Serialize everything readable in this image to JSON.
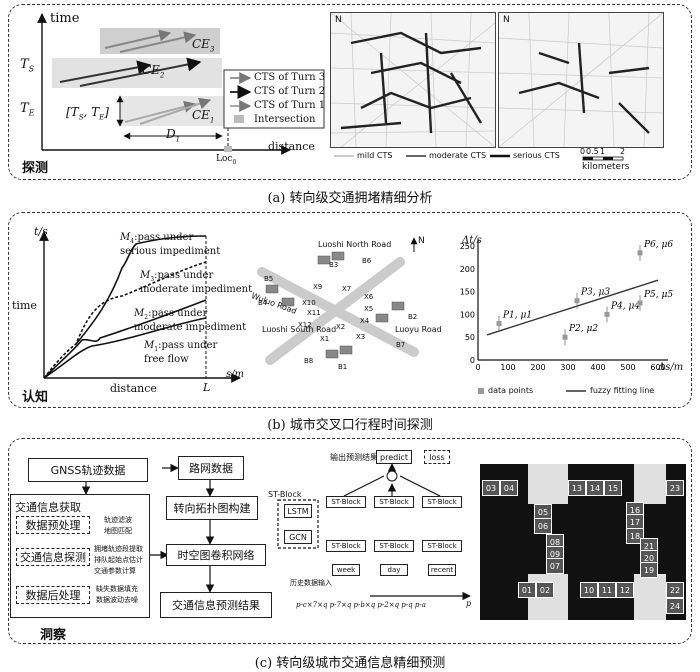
{
  "panel_a": {
    "label": "探测",
    "caption": "(a) 转向级交通拥堵精细分析",
    "time_label": "time",
    "ts": "T",
    "ts_sub": "S",
    "te": "T",
    "te_sub": "E",
    "interval": "[T",
    "interval_s": "S",
    "interval_mid": ", T",
    "interval_e": "E",
    "interval_end": "]",
    "ce3": "CE",
    "ce3_sub": "3",
    "ce2": "CE",
    "ce2_sub": "2",
    "ce1": "CE",
    "ce1_sub": "1",
    "d1": "D",
    "d1_sub": "1",
    "loc": "Loc",
    "loc_sub": "0",
    "distance": "distance",
    "legend": [
      "CTS of Turn 3",
      "CTS of Turn 2",
      "CTS of Turn 1",
      "Intersection"
    ],
    "map_legend": [
      "mild CTS",
      "moderate CTS",
      "serious CTS"
    ],
    "scale_ticks": [
      "0",
      "0.5",
      "1",
      "2"
    ],
    "scale_unit": "kilometers",
    "north": "N"
  },
  "panel_b": {
    "label": "认知",
    "caption": "(b) 城市交叉口行程时间探测",
    "ts_label": "t/s",
    "s_label": "s/m",
    "time": "time",
    "distance": "distance",
    "L": "L",
    "m4": [
      "M",
      "4",
      ":pass under",
      "serious impediment"
    ],
    "m3": [
      "M",
      "3",
      ":pass under",
      "moderate impediment"
    ],
    "m2": [
      "M",
      "2",
      ":pass under",
      "moderate impediment"
    ],
    "m1": [
      "M",
      "1",
      ":pass under",
      "free flow"
    ],
    "roads": [
      "Luoshi North Road",
      "Wuluo Road",
      "Luoshi South Road",
      "Luoyu Road"
    ],
    "nodes_b": [
      "B3",
      "B6",
      "B5",
      "B4",
      "B2",
      "B7",
      "B8",
      "B1"
    ],
    "nodes_x": [
      "X9",
      "X7",
      "X6",
      "X10",
      "X11",
      "X5",
      "X12",
      "X2",
      "X4",
      "X1",
      "X3"
    ],
    "north": "N"
  },
  "chart_data": {
    "type": "scatter",
    "xlabel": "Δs/m",
    "ylabel": "Δt/s",
    "xlim": [
      0,
      600
    ],
    "ylim": [
      0,
      250
    ],
    "x_ticks": [
      0,
      100,
      200,
      300,
      400,
      500,
      600
    ],
    "y_ticks": [
      0,
      50,
      100,
      150,
      200,
      250
    ],
    "points": [
      {
        "label": "P1, μ1",
        "x": 70,
        "y": 80
      },
      {
        "label": "P2, μ2",
        "x": 290,
        "y": 50
      },
      {
        "label": "P3, μ3",
        "x": 330,
        "y": 130
      },
      {
        "label": "P4, μ4",
        "x": 430,
        "y": 100
      },
      {
        "label": "P5, μ5",
        "x": 540,
        "y": 125
      },
      {
        "label": "P6, μ6",
        "x": 540,
        "y": 235
      }
    ],
    "fit_line": {
      "x": [
        30,
        600
      ],
      "y": [
        55,
        175
      ]
    },
    "legend": [
      "data points",
      "fuzzy fitting line"
    ]
  },
  "panel_c": {
    "label": "洞察",
    "caption": "(c) 转向级城市交通信息精细预测",
    "gnss": "GNSS轨迹数据",
    "acquire": "交通信息获取",
    "preprocess": "数据预处理",
    "detect": "交通信息探测",
    "postprocess": "数据后处理",
    "notes": [
      "轨迹滤波",
      "地图匹配",
      "拥堵轨迹段提取",
      "排队起始点估计",
      "交通参数计算",
      "缺失数据填充",
      "数据波动去噪"
    ],
    "road_data": "路网数据",
    "topology": "转向拓扑图构建",
    "stgcn": "时空图卷积网络",
    "result": "交通信息预测结果",
    "st_block": "ST-Block",
    "lstm": "LSTM",
    "gcn": "GCN",
    "output": "输出预测结果",
    "predict": "predict",
    "loss": "loss",
    "week": "week",
    "day": "day",
    "recent": "recent",
    "history": "历史数据输入",
    "time_axis": "p-c×7×q  p-7×q  p-b×q  p-2×q  p-q  p-a",
    "p": "p",
    "lanes": [
      "03",
      "04",
      "13",
      "14",
      "15",
      "23",
      "05",
      "06",
      "16",
      "17",
      "18",
      "08",
      "09",
      "07",
      "21",
      "20",
      "19",
      "01",
      "02",
      "10",
      "11",
      "12",
      "22",
      "24"
    ]
  }
}
